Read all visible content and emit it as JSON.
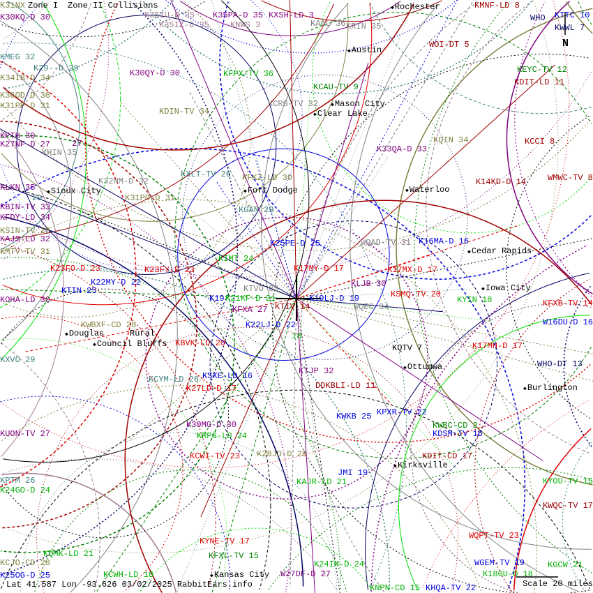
{
  "legend": {
    "zone1": "Zone I",
    "zone2": "Zone II Collisions"
  },
  "footer": {
    "coords": "Lat 41.587 Lon -93.626 03/02/2025 RabbitEars.info",
    "scale": "Scale 20 miles",
    "north": "N"
  },
  "colors": {
    "purple": "#800080",
    "olive": "#808040",
    "teal": "#408080",
    "red": "#e00000",
    "darkred": "#a00000",
    "blue": "#0000e0",
    "green": "#00b000"
  },
  "cities": [
    "Rochester",
    "Austin",
    "Clear Lake",
    "Mason City",
    "Sioux City",
    "Fort Dodge",
    "Waterloo",
    "Cedar Rapids",
    "Iowa City",
    "Douglas",
    "Rural",
    "Council Bluffs",
    "Ottumwa",
    "Burlington",
    "Kirksville",
    "Kansas City"
  ],
  "stations": [
    "K30KQ-D 30",
    "KMEG 32",
    "K29--D 29",
    "K34IB-D 34",
    "K36OD-D 36",
    "K31PP-D 31",
    "KPTH 30",
    "K27NF-D 27",
    "KHIN 35",
    "27",
    "KLKN 35",
    "29",
    "KBIN-TV 33",
    "KFDY-LD 34",
    "KSIN-TV 28",
    "KAJS-LD 32",
    "KMTV-TV 31",
    "K23FO-D 23",
    "KTIN 25",
    "K22MY-D 22",
    "KOHA-LD 30",
    "KXVO 29",
    "KWBXF-CD 28",
    "KCYM-LD 26",
    "KSXE-LD 16",
    "K27LD-D 17",
    "KBVK-LD 20",
    "KUON-TV 27",
    "KPTM 26",
    "K24GO-D 24",
    "KCJO-CD 28",
    "K25OG-D 25",
    "KQMK-LD 21",
    "KCWH-LD 18",
    "K30MG-D 30",
    "KRPG-LD 24",
    "KCWI-TV 23",
    "K28JD-D 28",
    "KAJR-LD 21",
    "JMI 19",
    "KYNE-TV 17",
    "KFXL-TV 15",
    "K24IM-D 24",
    "W27DF-D 27",
    "KNPN-CD 15",
    "KHQA-TV 22",
    "K18GU-D 18",
    "KGCW 21",
    "WGEM-TV 19",
    "KYOU-TV 15",
    "KWQC-TV 17",
    "WQPT-TV 23",
    "KDSM-TV 16",
    "KDIT-CD 17",
    "KPXR-TV 22",
    "KWKB 25",
    "DDKBLI-LD 11",
    "KTJP 32",
    "K35IU-D 35",
    "K35PA-D 35",
    "KXSH-LD 3",
    "KAAL 36",
    "KRIN 35",
    "KMNF-LD 8",
    "WOI-DT 5",
    "KTTC 10",
    "KWWL 7",
    "WHO",
    "K30QY-D 30",
    "KFPX-TV 36",
    "KCAU-TV 9",
    "KCRG-TV 32",
    "KDIN-TV 34",
    "KEYC-TV 12",
    "KDIT-LD 11",
    "KCCI 8",
    "KQIN 34",
    "K33QA-D 33",
    "KXLT-TV 26",
    "KFKZ-LD 30",
    "K32NM-D 32",
    "K31PO-D 31",
    "KGAN 29",
    "K14KD-D 14",
    "WMWC-TV 8",
    "K25PE-D 25",
    "KIMT 24",
    "WQAD-TV 31",
    "K16MA-D 16",
    "K17MY-D 17",
    "K17MX-D 17",
    "K23FY-D 23",
    "KTVO 33",
    "KLJB 30",
    "KSMQ-TV 20",
    "KYIN 18",
    "KFXB-TV 14",
    "K19",
    "K21KF-D 21",
    "KTIV 14",
    "K19LJ-D 19",
    "WQEC 34",
    "KFXA 27",
    "K22LJ-D 22",
    "18",
    "KQTV 7",
    "W16DU-D 16",
    "K17MH-D 17",
    "WHO-DT 13",
    "K31NX",
    "K35IZ-D 35",
    "KNWS 3",
    "KWBC-CD 2"
  ]
}
